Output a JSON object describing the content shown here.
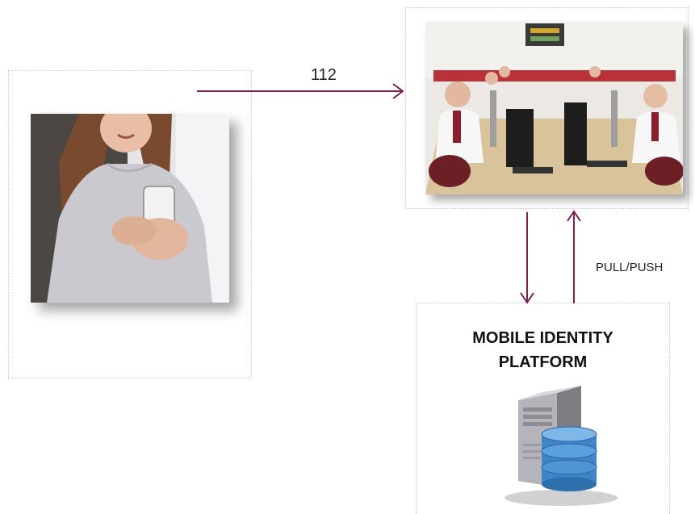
{
  "diagram": {
    "call_arrow_label": "112",
    "sync_arrow_label": "PULL/PUSH",
    "platform_title_line1": "MOBILE IDENTITY",
    "platform_title_line2": "PLATFORM"
  },
  "colors": {
    "arrow": "#7a1f4f",
    "card_border": "#c8c8c8",
    "db_blue": "#3f86c9"
  },
  "icons": {
    "server": "server-icon",
    "database": "database-icon"
  }
}
